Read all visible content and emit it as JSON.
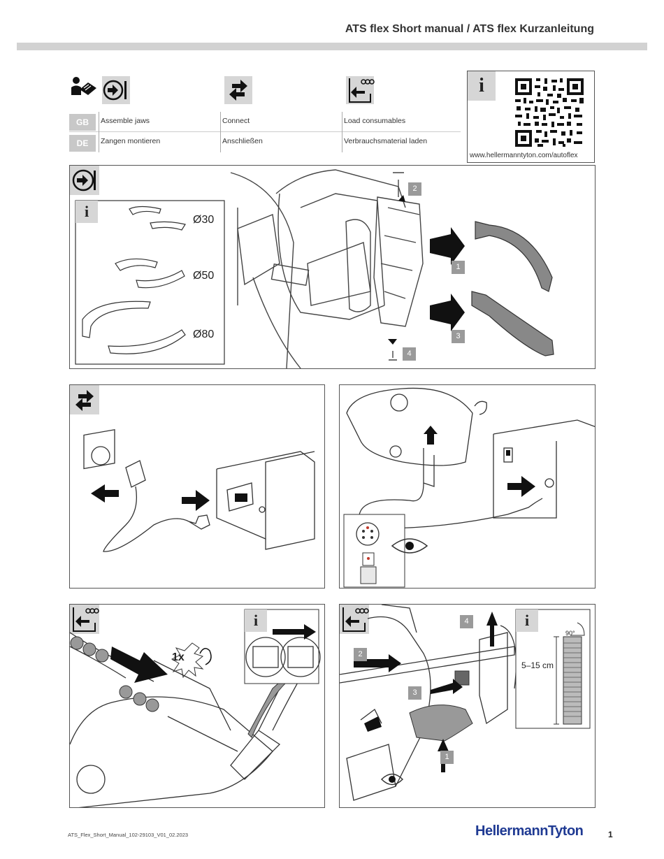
{
  "header": {
    "title": "ATS flex Short manual / ATS flex Kurzanleitung"
  },
  "legend": {
    "lang_gb": "GB",
    "lang_de": "DE",
    "columns": [
      {
        "icon": "assemble-jaws-icon",
        "gb": "Assemble jaws",
        "de": "Zangen montieren"
      },
      {
        "icon": "connect-icon",
        "gb": "Connect",
        "de": "Anschließen"
      },
      {
        "icon": "load-consumables-icon",
        "gb": "Load consumables",
        "de": "Verbrauchsmaterial laden"
      }
    ],
    "info_symbol": "i",
    "url": "www.hellermanntyton.com/autoflex"
  },
  "assemble_panel": {
    "info_symbol": "i",
    "sizes": [
      "Ø30",
      "Ø50",
      "Ø80"
    ],
    "steps": [
      "1",
      "2",
      "3",
      "4"
    ]
  },
  "load_panel_left": {
    "info_symbol": "i",
    "count_label": "1x"
  },
  "load_panel_right": {
    "info_symbol": "i",
    "steps": [
      "1",
      "2",
      "3",
      "4"
    ],
    "angle_label": "90°",
    "distance_label": "5–15 cm"
  },
  "footer": {
    "doc_id": "ATS_Flex_Short_Manual_102-29103_V01_02.2023",
    "brand": "HellermannTyton",
    "page": "1"
  },
  "colors": {
    "accent_gray": "#d2d2d2",
    "brand_blue": "#1f3a93",
    "step_badge": "#9a9a9a"
  }
}
